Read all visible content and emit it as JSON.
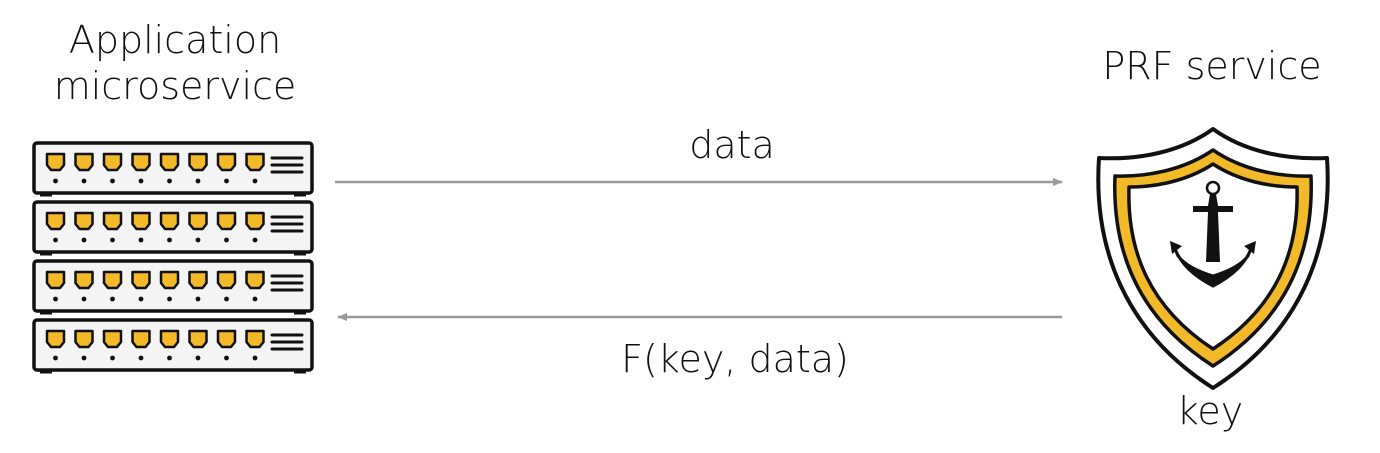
{
  "nodes": {
    "app": {
      "title_line1": "Application",
      "title_line2": "microservice",
      "icon": "server-rack-icon"
    },
    "prf": {
      "title": "PRF service",
      "icon": "anchor-shield-icon",
      "sublabel": "key"
    }
  },
  "edges": {
    "request": {
      "label": "data"
    },
    "response": {
      "label": "F(key, data)"
    }
  },
  "colors": {
    "accent": "#f2b928",
    "arrow": "#9a9a9a",
    "ink": "#111111",
    "rack_face": "#f4f4f4"
  }
}
